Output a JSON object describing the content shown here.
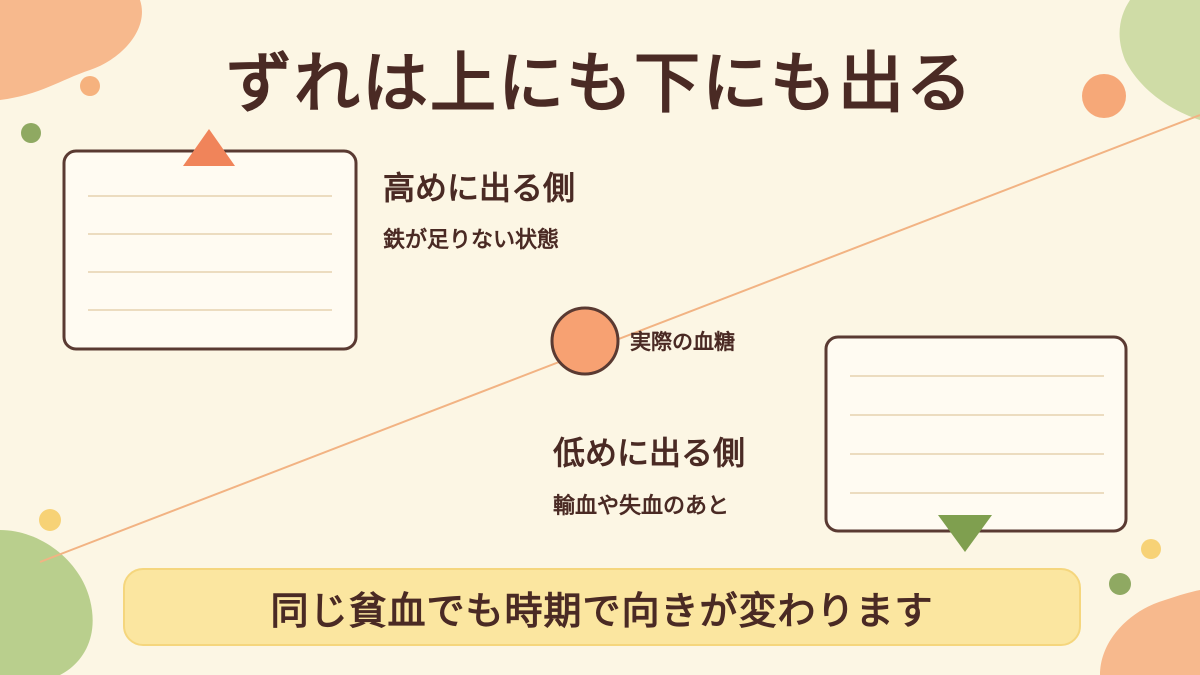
{
  "title": "ずれは上にも下にも出る",
  "high_side": {
    "heading": "高めに出る側",
    "detail": "鉄が足りない状態"
  },
  "actual_point": {
    "label": "実際の血糖"
  },
  "low_side": {
    "heading": "低めに出る側",
    "detail": "輸血や失血のあと"
  },
  "banner": {
    "text": "同じ貧血でも時期で向きが変わります"
  },
  "colors": {
    "background": "#fcf6e4",
    "text": "#4a2a24",
    "up_arrow": "#f0845a",
    "down_arrow": "#8aac5a",
    "point": "#f7a172",
    "line": "#f2b383",
    "banner": "#fbe6a0"
  },
  "icons": {
    "high": "triangle-up-icon",
    "low": "triangle-down-icon",
    "point": "circle-marker-icon"
  }
}
